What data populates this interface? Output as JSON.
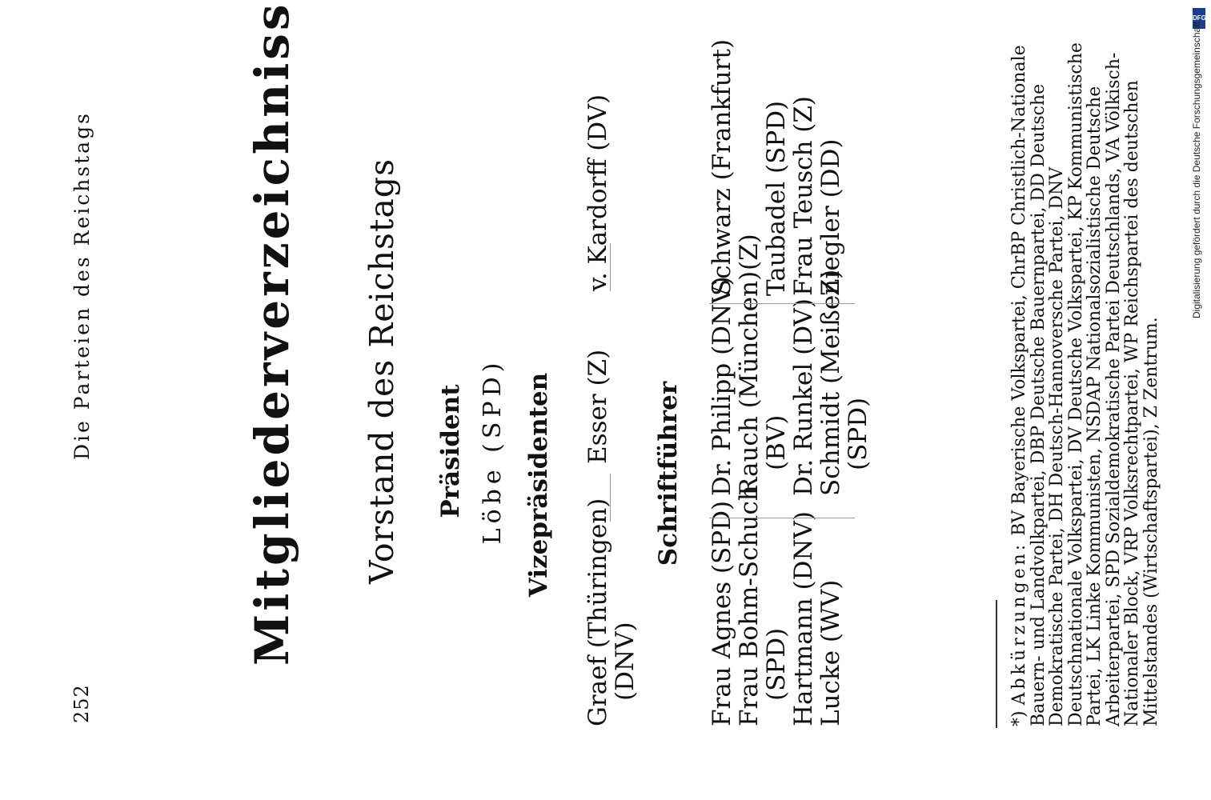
{
  "header": {
    "page_number": "252",
    "running_title": "Die Parteien des Reichstags"
  },
  "title": {
    "main": "Mitgliederverzeichnisse",
    "footnote_marker": "*)",
    "subtitle": "Vorstand des Reichstags"
  },
  "praesident": {
    "heading": "Präsident",
    "name": "Löbe (SPD)"
  },
  "vizepraesidenten": {
    "heading": "Vizepräsidenten",
    "columns": [
      [
        "Graef (Thüringen)",
        "(DNV)"
      ],
      [
        "Esser (Z)"
      ],
      [
        "v. Kardorff (DV)"
      ]
    ]
  },
  "schriftfuehrer": {
    "heading": "Schriftführer",
    "columns": [
      [
        "Frau Agnes (SPD)",
        "Frau Bohm-Schuch",
        "(SPD)",
        "Hartmann (DNV)",
        "Lucke (WV)"
      ],
      [
        "Dr. Philipp (DNV)",
        "Rauch (München)",
        "(BV)",
        "Dr. Runkel (DV)",
        "Schmidt (Meißen)",
        "(SPD)"
      ],
      [
        "Schwarz (Frankfurt)",
        "(Z)",
        "Taubadel (SPD)",
        "Frau Teusch (Z)",
        "Ziegler (DD)"
      ]
    ]
  },
  "footnote": {
    "marker": "*)",
    "label": "Abkürzungen:",
    "text": "BV Bayerische Volkspartei, ChrBP Christlich-Nationale Bauern- und Landvolkpartei, DBP Deutsche Bauernpartei, DD Deutsche Demokratische Partei, DH Deutsch-Hannoversche Partei, DNV Deutschnationale Volkspartei, DV Deutsche Volkspartei, KP Kommunistische Partei, LK Linke Kommunisten, NSDAP Nationalsozialistische Deutsche Arbeiterpartei, SPD Sozialdemokratische Partei Deutschlands, VA Völkisch-Nationaler Block, VRP Volksrechtpartei, WP Reichspartei des deutschen Mittelstandes (Wirtschaftspartei), Z Zentrum."
  },
  "credit": {
    "text": "Digitalisierung gefördert durch die Deutsche Forschungsgemeinschaft",
    "logo": "DFG"
  }
}
